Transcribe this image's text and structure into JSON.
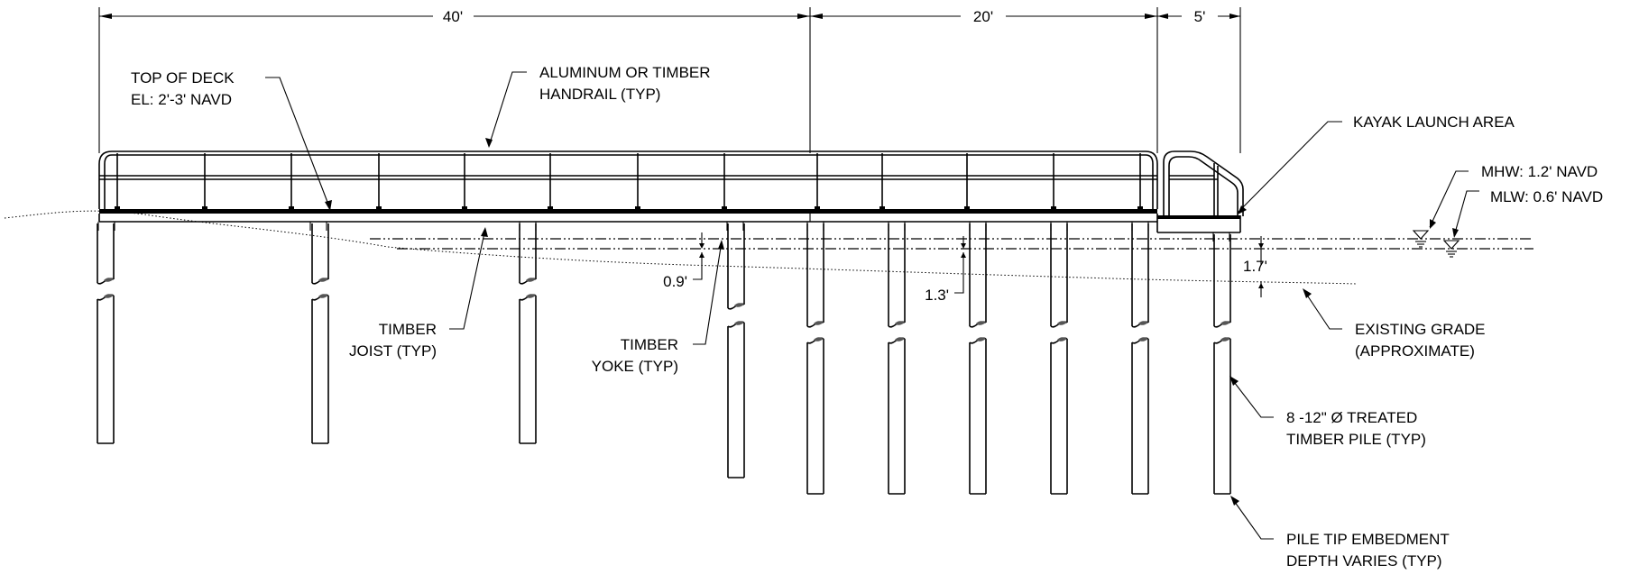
{
  "dimensions": {
    "span_1": "40'",
    "span_2": "20'",
    "span_3": "5'"
  },
  "callouts": {
    "top_of_deck_1": "TOP OF DECK",
    "top_of_deck_2": "EL: 2'-3' NAVD",
    "handrail_1": "ALUMINUM OR TIMBER",
    "handrail_2": "HANDRAIL (TYP)",
    "kayak": "KAYAK LAUNCH AREA",
    "mhw": "MHW: 1.2' NAVD",
    "mlw": "MLW: 0.6' NAVD",
    "joist_1": "TIMBER",
    "joist_2": "JOIST (TYP)",
    "yoke_1": "TIMBER",
    "yoke_2": "YOKE (TYP)",
    "grade_1": "EXISTING GRADE",
    "grade_2": "(APPROXIMATE)",
    "pile_1": "8 -12\" Ø TREATED",
    "pile_2": "TIMBER PILE (TYP)",
    "tip_1": "PILE TIP EMBEDMENT",
    "tip_2": "DEPTH VARIES (TYP)"
  },
  "depths": {
    "d1": "0.9'",
    "d2": "1.3'",
    "d3": "1.7'"
  }
}
